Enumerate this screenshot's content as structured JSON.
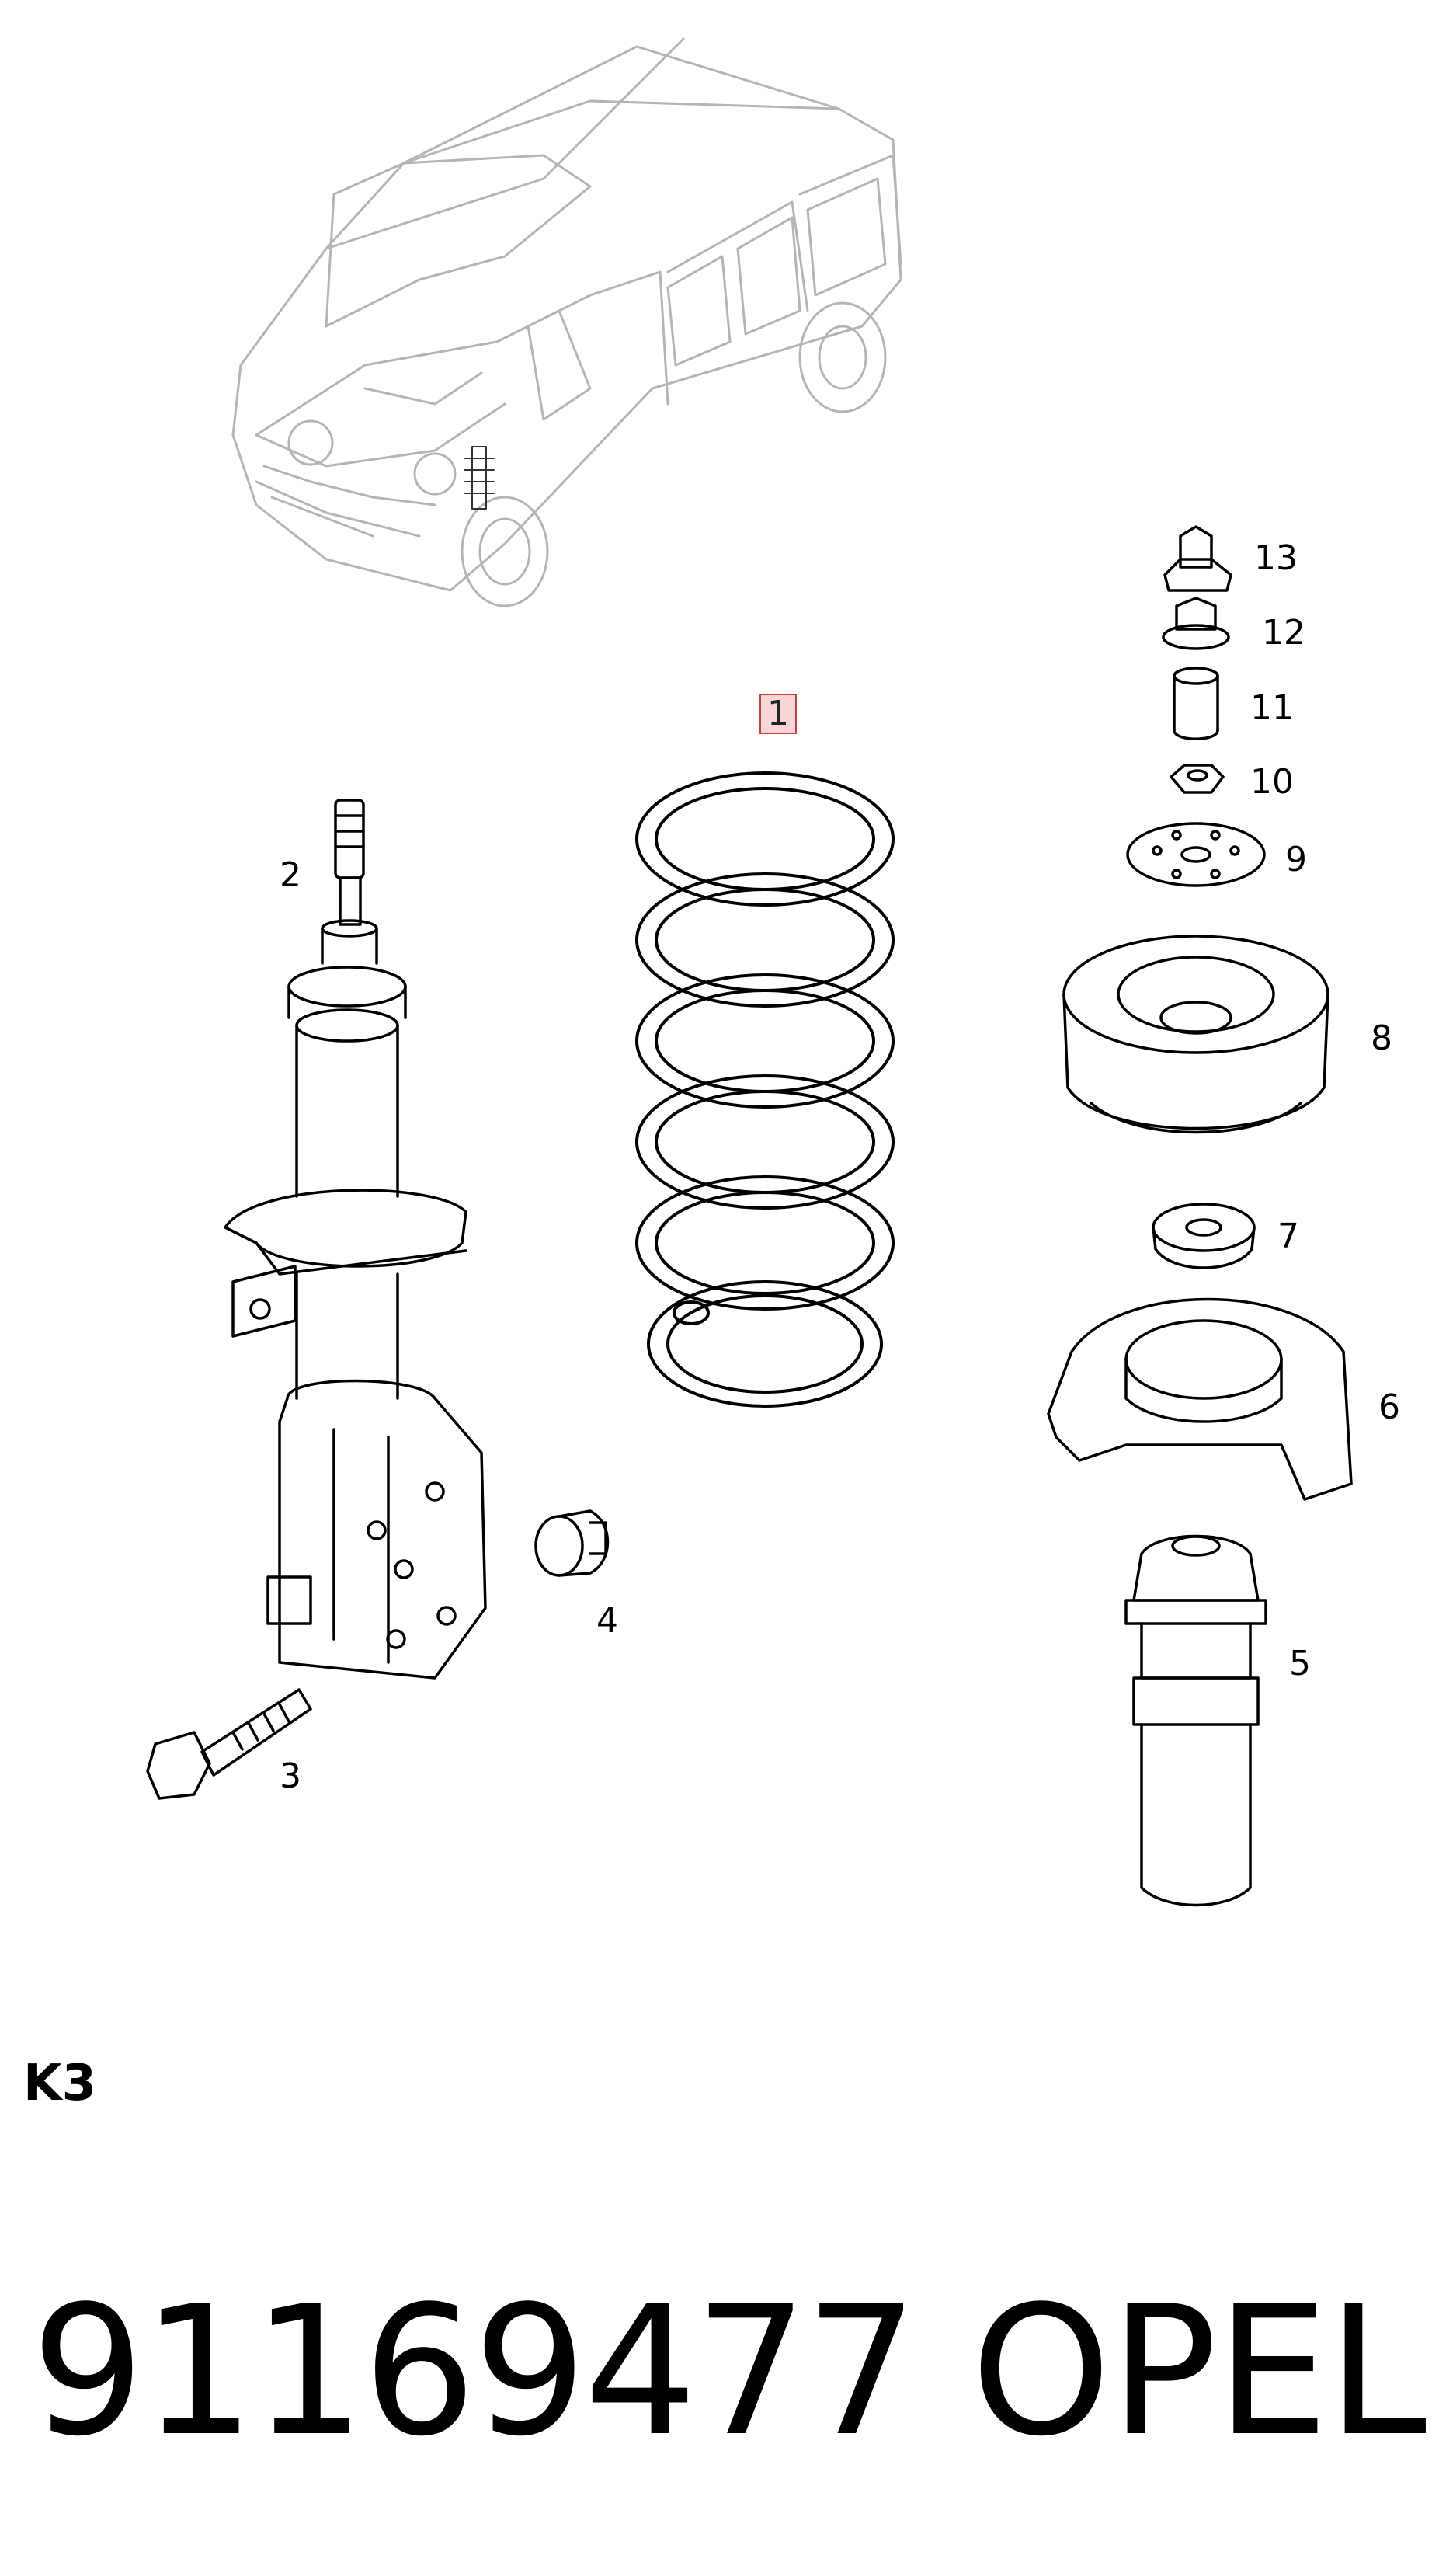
{
  "callouts": {
    "c1": "1",
    "c2": "2",
    "c3": "3",
    "c4": "4",
    "c5": "5",
    "c6": "6",
    "c7": "7",
    "c8": "8",
    "c9": "9",
    "c10": "10",
    "c11": "11",
    "c12": "12",
    "c13": "13"
  },
  "highlight_color": "#d23b3b",
  "section_code": "K3",
  "part_number": "91169477",
  "brand": "OPEL"
}
